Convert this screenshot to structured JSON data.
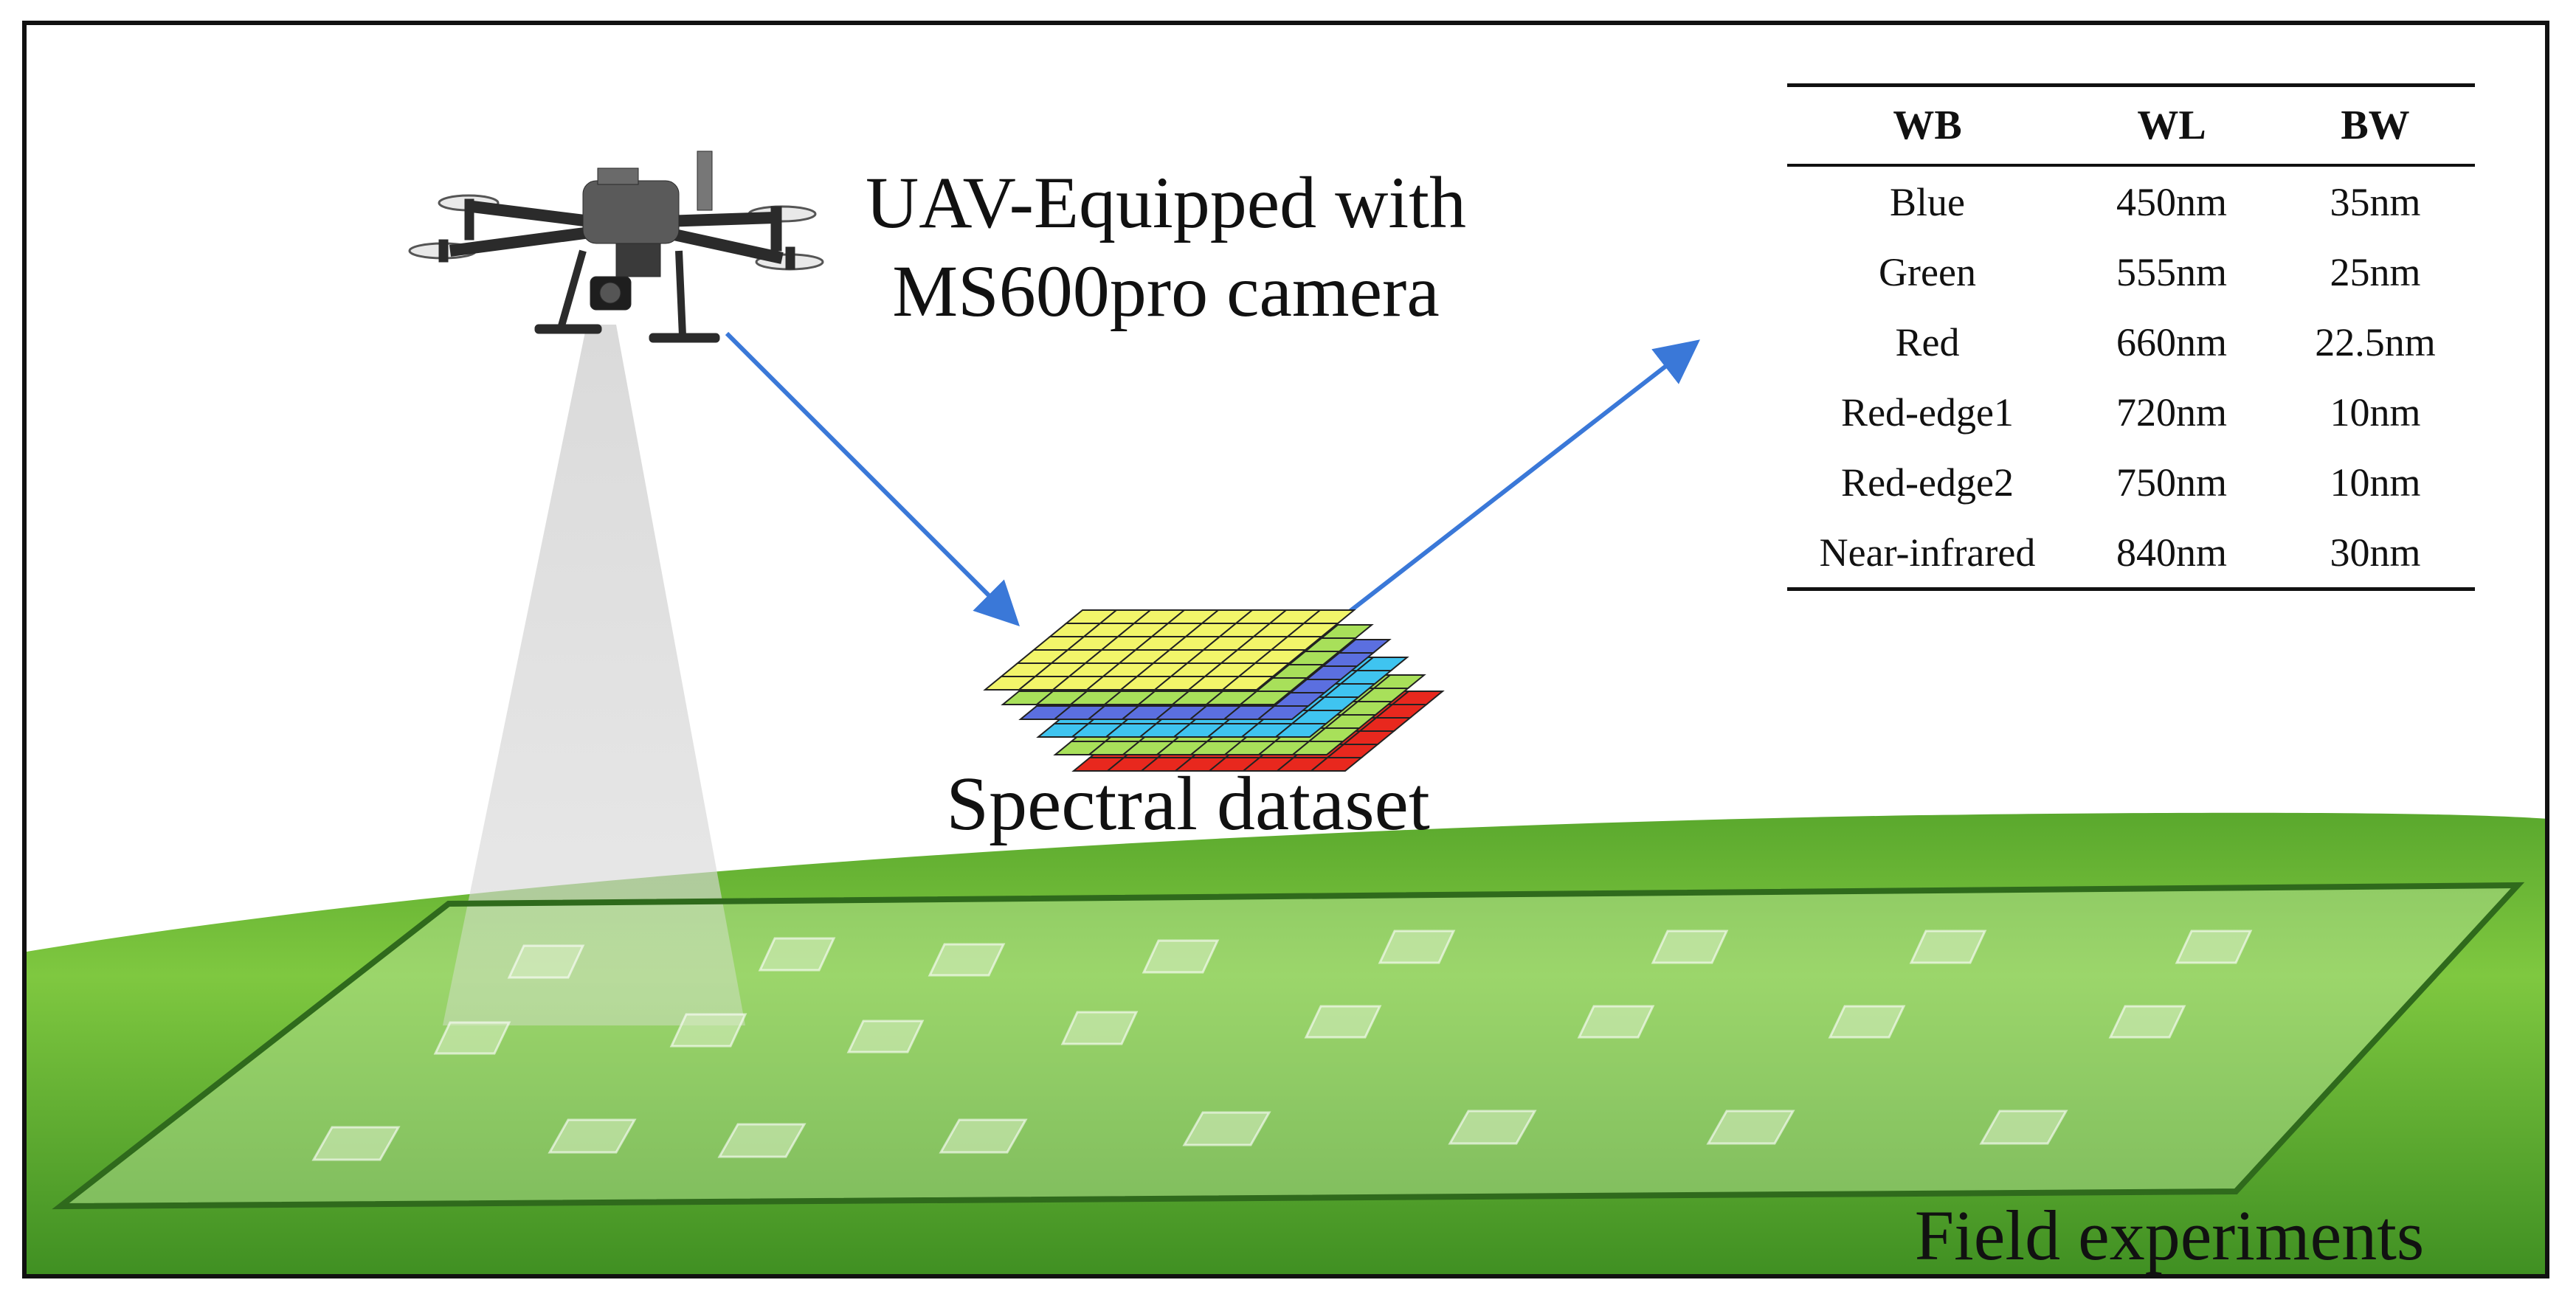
{
  "title": "UAV-Equipped with MS600pro camera",
  "title_lines": [
    "UAV-Equipped with",
    "MS600pro camera"
  ],
  "dataset_label": "Spectral dataset",
  "field_label": "Field experiments",
  "band_table": {
    "headers": [
      "WB",
      "WL",
      "BW"
    ],
    "rows": [
      [
        "Blue",
        "450nm",
        "35nm"
      ],
      [
        "Green",
        "555nm",
        "25nm"
      ],
      [
        "Red",
        "660nm",
        "22.5nm"
      ],
      [
        "Red-edge1",
        "720nm",
        "10nm"
      ],
      [
        "Red-edge2",
        "750nm",
        "10nm"
      ],
      [
        "Near-infrared",
        "840nm",
        "30nm"
      ]
    ]
  },
  "colors": {
    "arrow": "#3a78d8",
    "grass_light": "#7fc840",
    "grass_dark": "#3f8f22",
    "layer_yellow": "#f2f56a",
    "layer_green": "#a8e05a",
    "layer_blue": "#5b6fe0",
    "layer_cyan": "#3fc4f0",
    "layer_red": "#e8281e",
    "beam": "#cfcfcf"
  },
  "icons": [
    "drone-icon",
    "arrow-icon",
    "spectral-stack-icon",
    "field-plot-icon"
  ]
}
